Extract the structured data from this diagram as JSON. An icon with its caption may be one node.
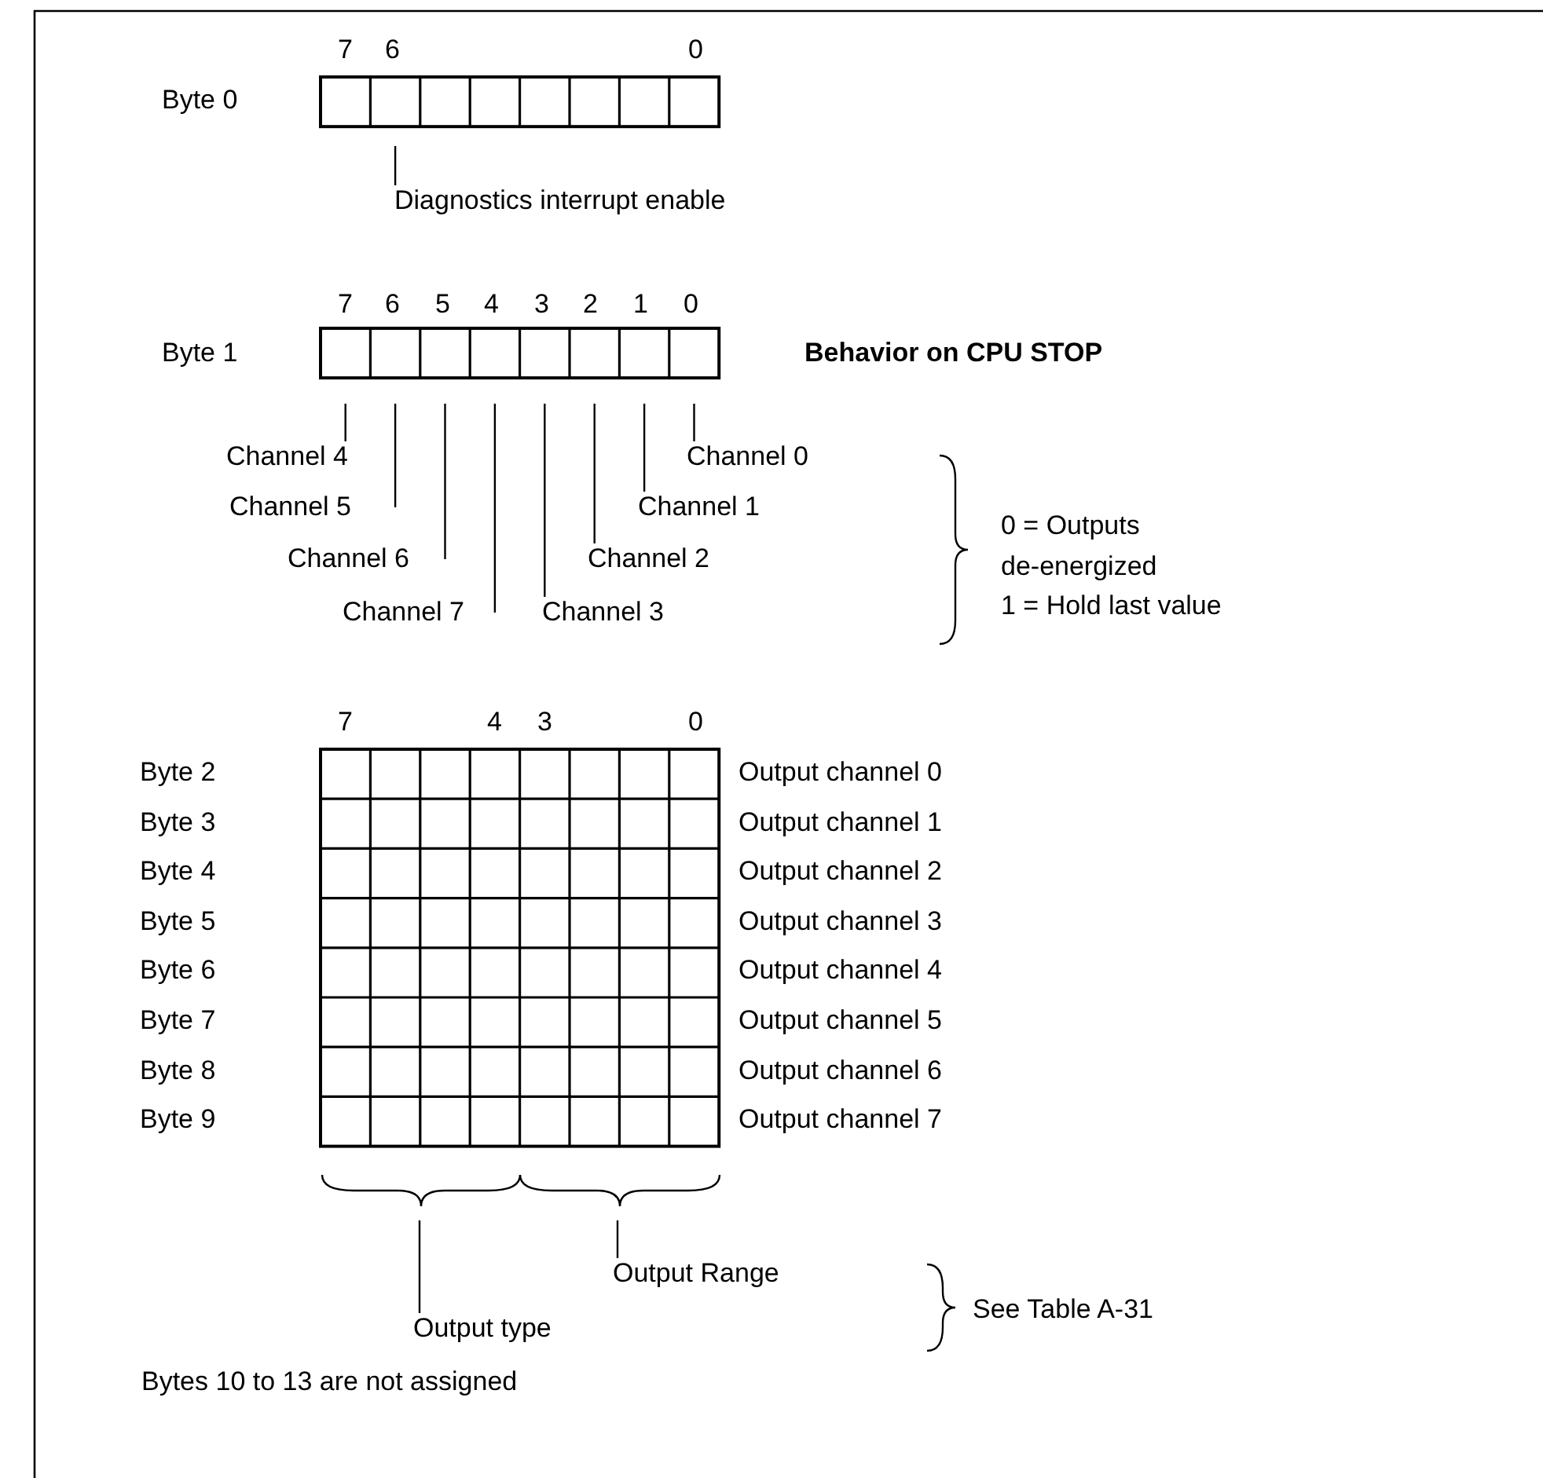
{
  "diagram": {
    "nodes": [
      {
        "text": [
          "Diagnostics interrupt enable"
        ]
      },
      {
        "text": [
          "Channel 4"
        ]
      },
      {
        "text": [
          "Channel 5"
        ]
      },
      {
        "text": [
          "Channel 6"
        ]
      },
      {
        "text": [
          "Channel 7"
        ]
      },
      {
        "text": [
          "Channel 3"
        ]
      },
      {
        "text": [
          "Channel 2"
        ]
      },
      {
        "text": [
          "Channel 1"
        ]
      },
      {
        "text": [
          "Channel 0"
        ]
      },
      {
        "text": [
          "Output type"
        ]
      },
      {
        "text": [
          "Output Range"
        ]
      }
    ],
    "edges": [
      {
        "from": 0,
        "to": null,
        "arrow": "none"
      },
      {
        "from": 1,
        "to": null,
        "arrow": "none"
      },
      {
        "from": 2,
        "to": null,
        "arrow": "none"
      },
      {
        "from": 3,
        "to": null,
        "arrow": "none"
      },
      {
        "from": 4,
        "to": null,
        "arrow": "none"
      },
      {
        "from": 5,
        "to": null,
        "arrow": "none"
      },
      {
        "from": 6,
        "to": null,
        "arrow": "none"
      },
      {
        "from": 7,
        "to": null,
        "arrow": "none"
      },
      {
        "from": 8,
        "to": null,
        "arrow": "none"
      },
      {
        "from": 9,
        "to": null,
        "arrow": "none"
      },
      {
        "from": 10,
        "to": null,
        "arrow": "none"
      }
    ],
    "labels": [
      "7",
      "6",
      "0",
      "Byte 0",
      "7",
      "6",
      "5",
      "4",
      "3",
      "2",
      "1",
      "0",
      "Byte 1",
      "Behavior on CPU STOP",
      "0 = Outputs de-energized",
      "1 = Hold last value",
      "7",
      "4",
      "3",
      "0",
      "Byte 2",
      "Output channel 0",
      "Byte 3",
      "Output channel 1",
      "Byte 4",
      "Output channel 2",
      "Byte 5",
      "Output channel 3",
      "Byte 6",
      "Output channel 4",
      "Byte 7",
      "Output channel 5",
      "Byte 8",
      "Output channel 6",
      "Byte 9",
      "Output channel 7",
      "See Table A-31",
      "Bytes 10 to 13 are not assigned"
    ]
  }
}
